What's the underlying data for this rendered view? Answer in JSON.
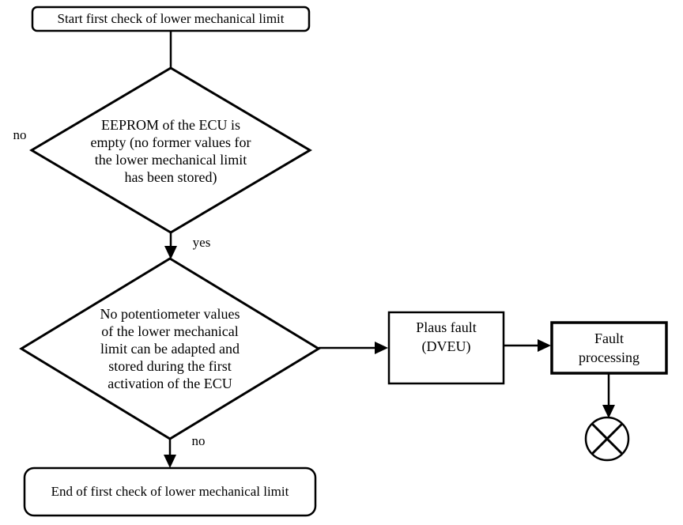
{
  "diagram": {
    "background": "#ffffff",
    "stroke_color": "#000000",
    "nodes": {
      "start": {
        "type": "terminator",
        "label": "Start first check of lower mechanical limit"
      },
      "decision_eeprom": {
        "type": "decision",
        "label": "EEPROM of the ECU is\nempty (no former values for\nthe lower mechanical limit\nhas been stored)"
      },
      "decision_potentiometer": {
        "type": "decision",
        "label": "No potentiometer values\nof the lower mechanical\nlimit can be adapted and\nstored during the first\nactivation of the ECU"
      },
      "plaus_fault": {
        "type": "process",
        "label": "Plaus fault\n(DVEU)"
      },
      "fault_processing": {
        "type": "process",
        "label": "Fault\nprocessing"
      },
      "end": {
        "type": "terminator",
        "label": "End of first check of lower mechanical limit"
      },
      "stop": {
        "type": "crossed-circle-connector"
      }
    },
    "edges": {
      "eeprom_no": {
        "label": "no"
      },
      "eeprom_yes": {
        "label": "yes"
      },
      "potentiometer_no": {
        "label": "no"
      }
    }
  }
}
